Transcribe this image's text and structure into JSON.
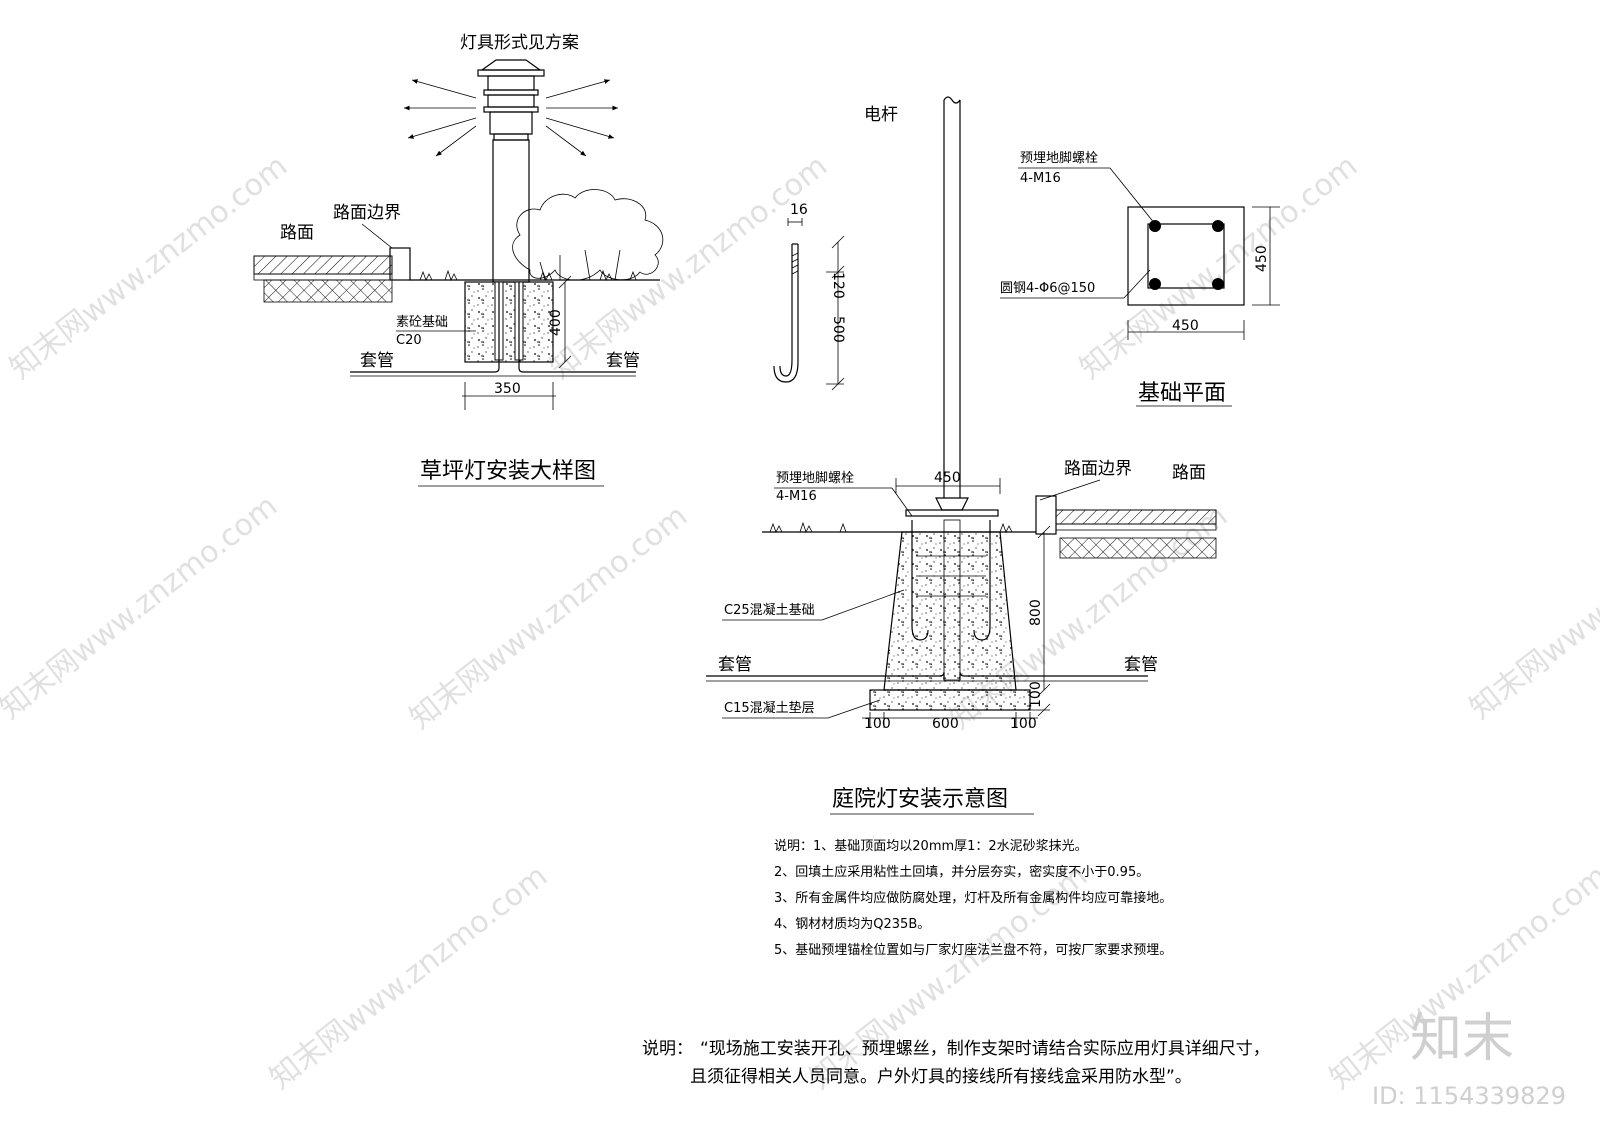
{
  "lawn_light": {
    "luminaire_label": "灯具形式见方案",
    "road_label": "路面",
    "road_edge_label": "路面边界",
    "foundation_label": "素砼基础",
    "concrete_grade": "C20",
    "depth_dim": "400",
    "width_dim": "350",
    "sleeve_left": "套管",
    "sleeve_right": "套管",
    "title": "草坪灯安装大样图"
  },
  "anchor_bolt": {
    "diameter": "16",
    "hook_dim": "120",
    "length_dim": "500"
  },
  "garden_light": {
    "pole_label": "电杆",
    "bolt_label": "预埋地脚螺栓",
    "bolt_spec": "4-M16",
    "top_width_dim": "450",
    "road_edge_label": "路面边界",
    "road_label": "路面",
    "foundation_label": "C25混凝土基础",
    "depth_dim": "800",
    "sleeve_left": "套管",
    "sleeve_right": "套管",
    "bed_label": "C15混凝土垫层",
    "bed_dim": "100",
    "bottom_left_dim": "100",
    "bottom_mid_dim": "600",
    "bottom_right_dim": "100",
    "title": "庭院灯安装示意图"
  },
  "foundation_plan": {
    "bolt_label": "预埋地脚螺栓",
    "bolt_spec": "4-M16",
    "rebar_label": "圆钢4-Φ6@150",
    "width_dim": "450",
    "height_dim": "450",
    "title": "基础平面"
  },
  "notes": {
    "items": [
      "说明：1、基础顶面均以20mm厚1：2水泥砂浆抹光。",
      "2、回填土应采用粘性土回填，并分层夯实，密实度不小于0.95。",
      "3、所有金属件均应做防腐处理，灯杆及所有金属构件均应可靠接地。",
      "4、钢材材质均为Q235B。",
      "5、基础预埋锚栓位置如与厂家灯座法兰盘不符，可按厂家要求预埋。"
    ]
  },
  "general_note": {
    "prefix": "说明：",
    "line1": "“现场施工安装开孔、预埋螺丝，制作支架时请结合实际应用灯具详细尺寸，",
    "line2": "且须征得相关人员同意。户外灯具的接线所有接线盒采用防水型”。"
  },
  "watermark": {
    "text": "知末网www.znzmo.com",
    "logo": "知末",
    "id": "ID: 1154339829"
  }
}
